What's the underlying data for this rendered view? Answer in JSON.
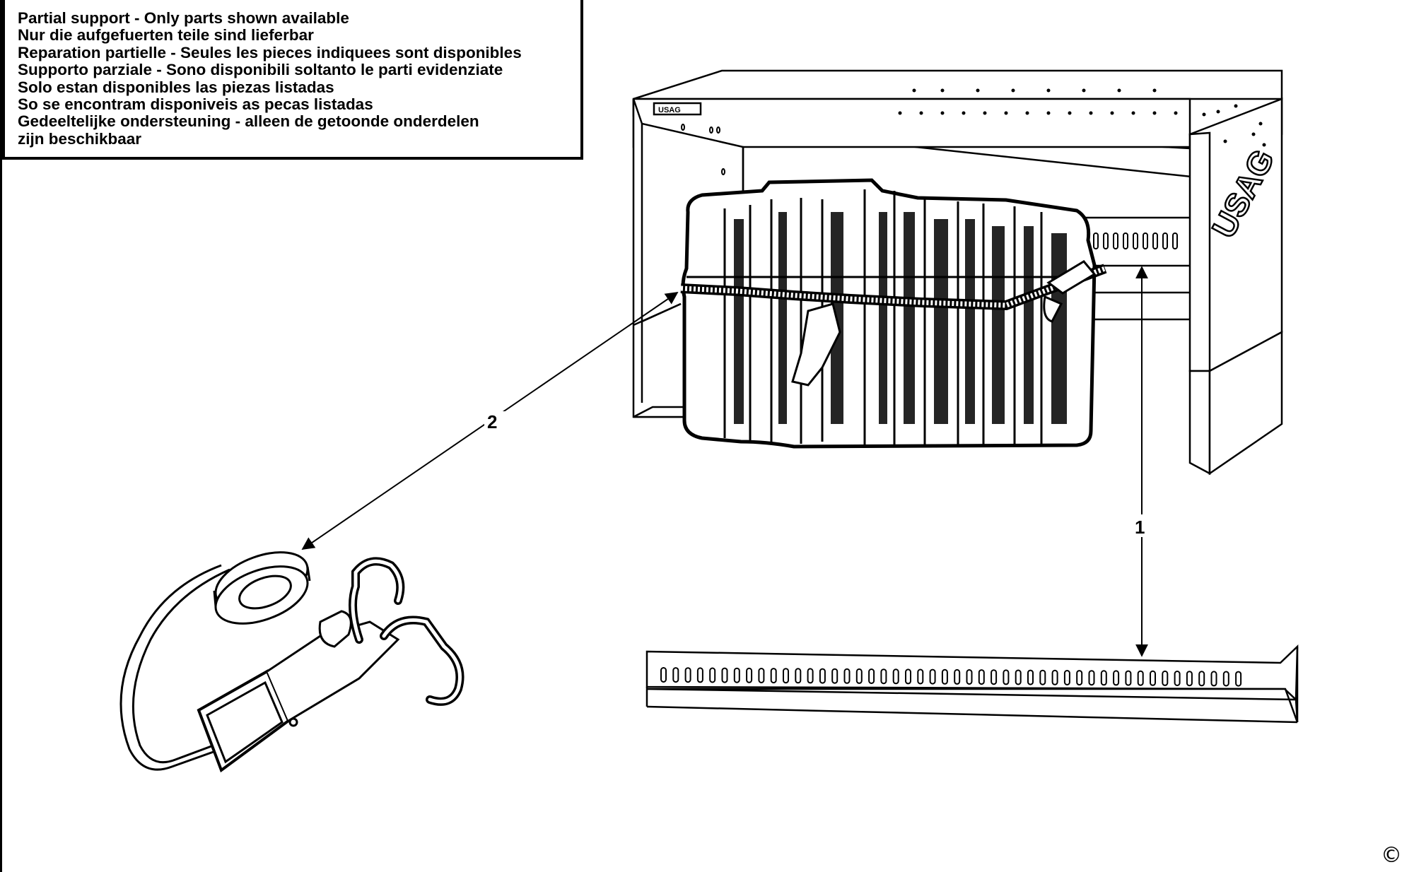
{
  "notice": {
    "lines": [
      "Partial support - Only parts shown available",
      "Nur die aufgefuerten teile sind lieferbar",
      "Reparation partielle - Seules les pieces indiquees sont disponibles",
      "Supporto parziale - Sono disponibili soltanto le parti evidenziate",
      "Solo estan disponibles las piezas listadas",
      "So se encontram disponiveis as pecas listadas",
      "Gedeeltelijke ondersteuning - alleen de getoonde onderdelen",
      "zijn beschikbaar"
    ]
  },
  "callouts": {
    "part_1": "1",
    "part_2": "2"
  },
  "logo": {
    "shelf_text": "USAG",
    "side_text": "USAG"
  },
  "copyright_symbol": "©"
}
